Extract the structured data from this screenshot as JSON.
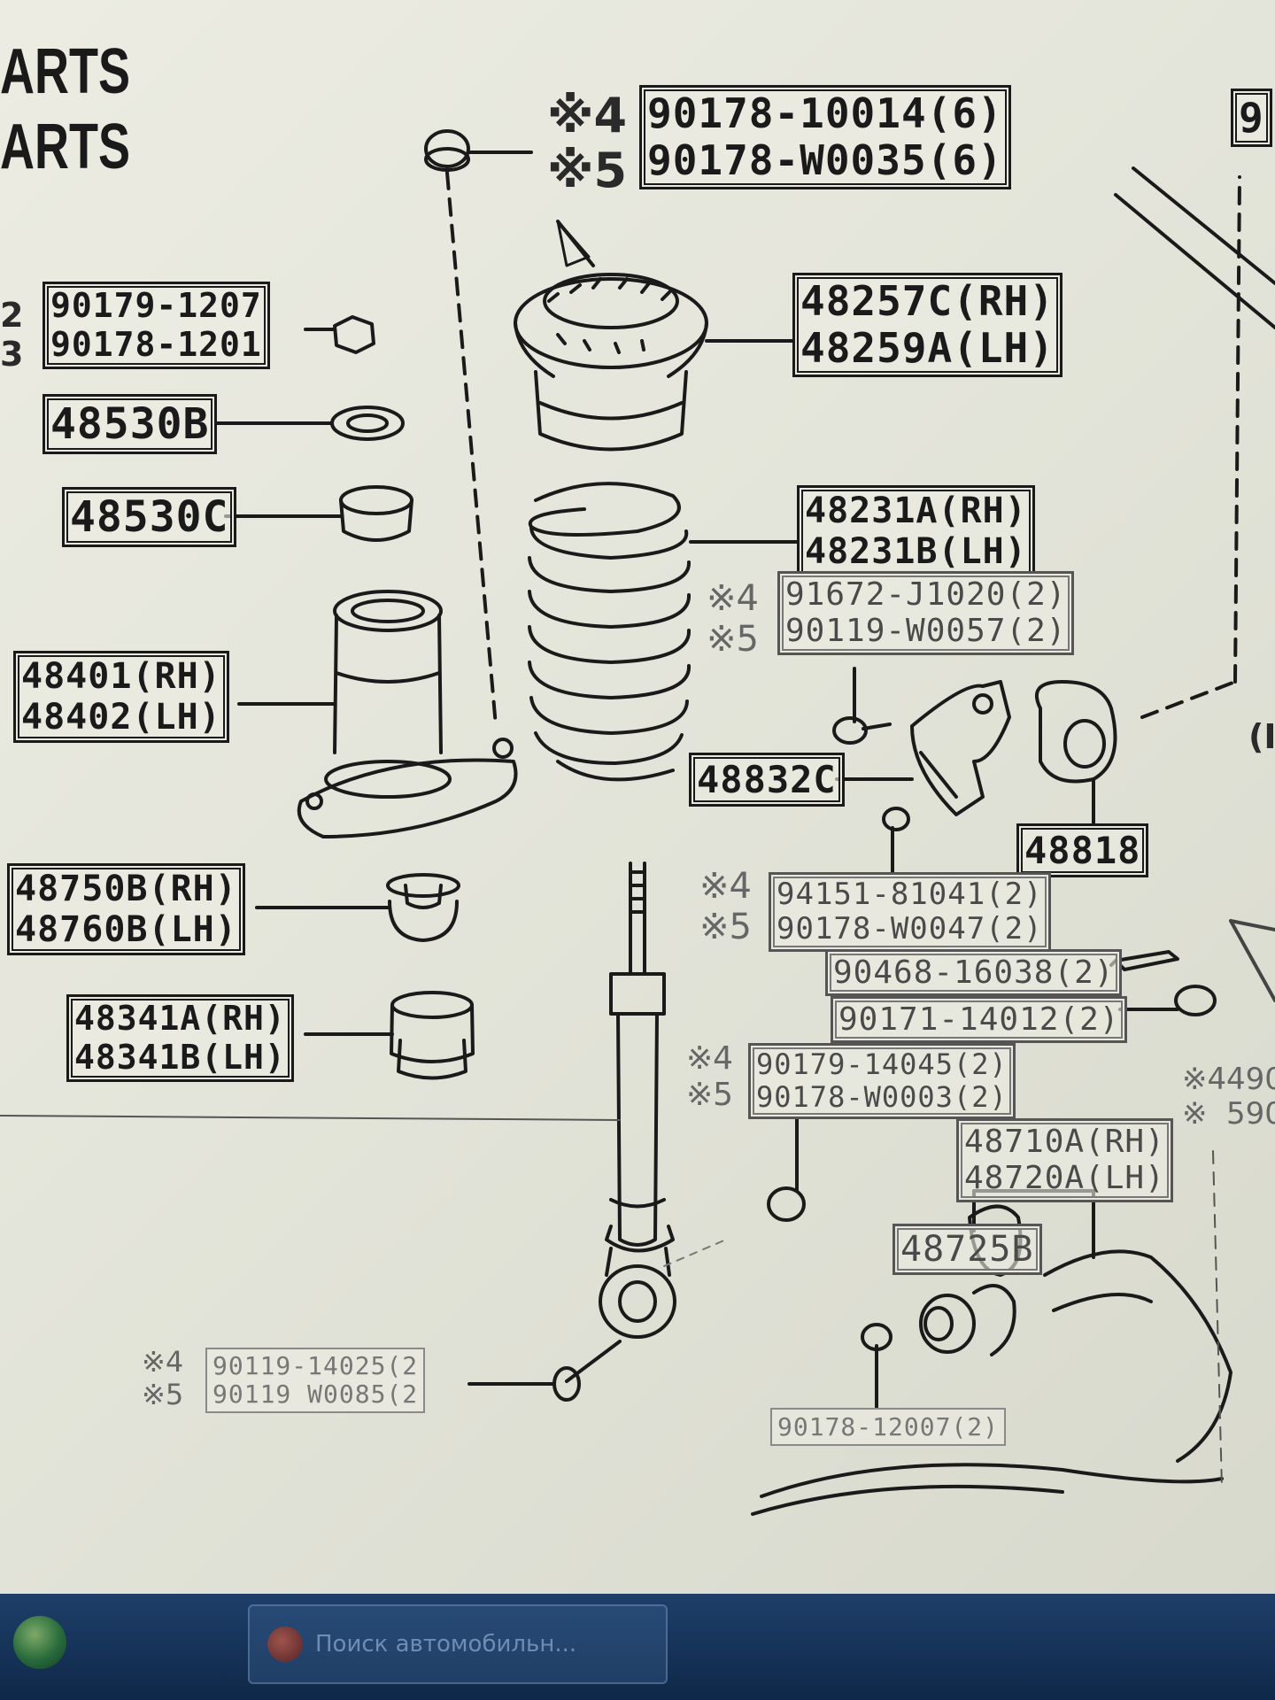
{
  "side_text": [
    "ARTS",
    "ARTS"
  ],
  "labels": {
    "top_bolt": {
      "marks": [
        "※4",
        "※5"
      ],
      "parts": [
        "90178-10014(6)",
        "90178-W0035(6)"
      ]
    },
    "top_right_cut": "9",
    "upper_mount_nut": {
      "marks": [
        "2",
        "3"
      ],
      "parts": [
        "90179-1207",
        "90178-1201"
      ]
    },
    "washer": "48530B",
    "collar": "48530C",
    "upper_support": [
      "48257C(RH)",
      "48259A(LH)"
    ],
    "coil_spring": [
      "48231A(RH)",
      "48231B(LH)"
    ],
    "bracket_bolt": {
      "marks": [
        "※4",
        "※5"
      ],
      "parts": [
        "91672-J1020(2)",
        "90119-W0057(2)"
      ]
    },
    "spring_bumper": [
      "48401(RH)",
      "48402(LH)"
    ],
    "spring_insulator": "48832C",
    "bushing": "48818",
    "right_cut_b": "(I",
    "lower_insulator": [
      "48750B(RH)",
      "48760B(LH)"
    ],
    "bushing_nut": {
      "marks": [
        "※4",
        "※5"
      ],
      "parts": [
        "94151-81041(2)",
        "90178-W0047(2)"
      ]
    },
    "cotter_pin": "90468-16038(2)",
    "link_nut": "90171-14012(2)",
    "bound_stopper": [
      "48341A(RH)",
      "48341B(LH)"
    ],
    "shock_nut": {
      "marks": [
        "※4",
        "※5"
      ],
      "parts": [
        "90179-14045(2)",
        "90178-W0003(2)"
      ]
    },
    "right_cut_c": {
      "marks": [
        "※4",
        "※"
      ],
      "parts": [
        "490",
        "590"
      ]
    },
    "lower_arm": [
      "48710A(RH)",
      "48720A(LH)"
    ],
    "arm_bushing": "48725B",
    "shock_bolt": {
      "marks": [
        "※4",
        "※5"
      ],
      "parts": [
        "90119-14025(2",
        "90119 W0085(2"
      ]
    },
    "arm_nut": "90178-12007(2)"
  },
  "taskbar": {
    "item_label": "Поиск автомобильн..."
  }
}
